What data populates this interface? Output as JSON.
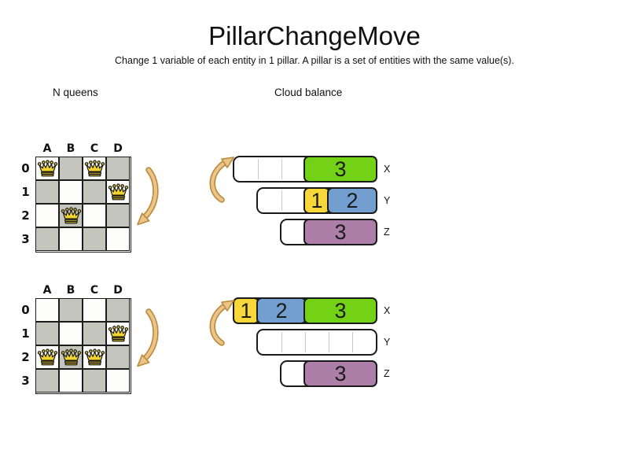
{
  "header": {
    "title": "PillarChangeMove",
    "subtitle": "Change 1 variable of each entity in 1 pillar. A pillar is a set of entities with the same value(s)."
  },
  "sections": {
    "nqueens_label": "N queens",
    "cloud_label": "Cloud balance"
  },
  "icons": {
    "queen": "queen-crown-icon",
    "move_arrow": "curved-move-arrow-icon"
  },
  "colors": {
    "board_dark": "#c4c6bd",
    "board_light": "#fdfdfc",
    "border": "#1a1a1a",
    "divider": "#c9c9c9",
    "arrow_fill": "#eac488",
    "arrow_stroke": "#bb8b3d",
    "queen_gold": "#f2d430",
    "blocks": {
      "yellow": "#f8d73b",
      "blue": "#729fcf",
      "green": "#73d216",
      "purple": "#ad7fa8"
    }
  },
  "boards": [
    {
      "id": "nqueens-before",
      "col_headers": [
        "A",
        "B",
        "C",
        "D"
      ],
      "row_headers": [
        "0",
        "1",
        "2",
        "3"
      ],
      "queens": [
        {
          "square": "A0"
        },
        {
          "square": "C0"
        },
        {
          "square": "D1"
        },
        {
          "square": "B2"
        }
      ]
    },
    {
      "id": "nqueens-after",
      "col_headers": [
        "A",
        "B",
        "C",
        "D"
      ],
      "row_headers": [
        "0",
        "1",
        "2",
        "3"
      ],
      "queens": [
        {
          "square": "D1"
        },
        {
          "square": "A2"
        },
        {
          "square": "B2"
        },
        {
          "square": "C2"
        }
      ]
    }
  ],
  "cloud_diagrams": [
    {
      "id": "cloud-before",
      "rows": [
        {
          "label": "X",
          "capacity": 6,
          "blocks": [
            {
              "value": "3",
              "size": 3,
              "start": 3,
              "color": "green"
            }
          ]
        },
        {
          "label": "Y",
          "capacity": 5,
          "blocks": [
            {
              "value": "1",
              "size": 1,
              "start": 2,
              "color": "yellow"
            },
            {
              "value": "2",
              "size": 2,
              "start": 3,
              "color": "blue"
            }
          ]
        },
        {
          "label": "Z",
          "capacity": 4,
          "blocks": [
            {
              "value": "3",
              "size": 3,
              "start": 1,
              "color": "purple"
            }
          ]
        }
      ]
    },
    {
      "id": "cloud-after",
      "rows": [
        {
          "label": "X",
          "capacity": 6,
          "blocks": [
            {
              "value": "1",
              "size": 1,
              "start": 0,
              "color": "yellow"
            },
            {
              "value": "2",
              "size": 2,
              "start": 1,
              "color": "blue"
            },
            {
              "value": "3",
              "size": 3,
              "start": 3,
              "color": "green"
            }
          ]
        },
        {
          "label": "Y",
          "capacity": 5,
          "blocks": []
        },
        {
          "label": "Z",
          "capacity": 4,
          "blocks": [
            {
              "value": "3",
              "size": 3,
              "start": 1,
              "color": "purple"
            }
          ]
        }
      ]
    }
  ]
}
